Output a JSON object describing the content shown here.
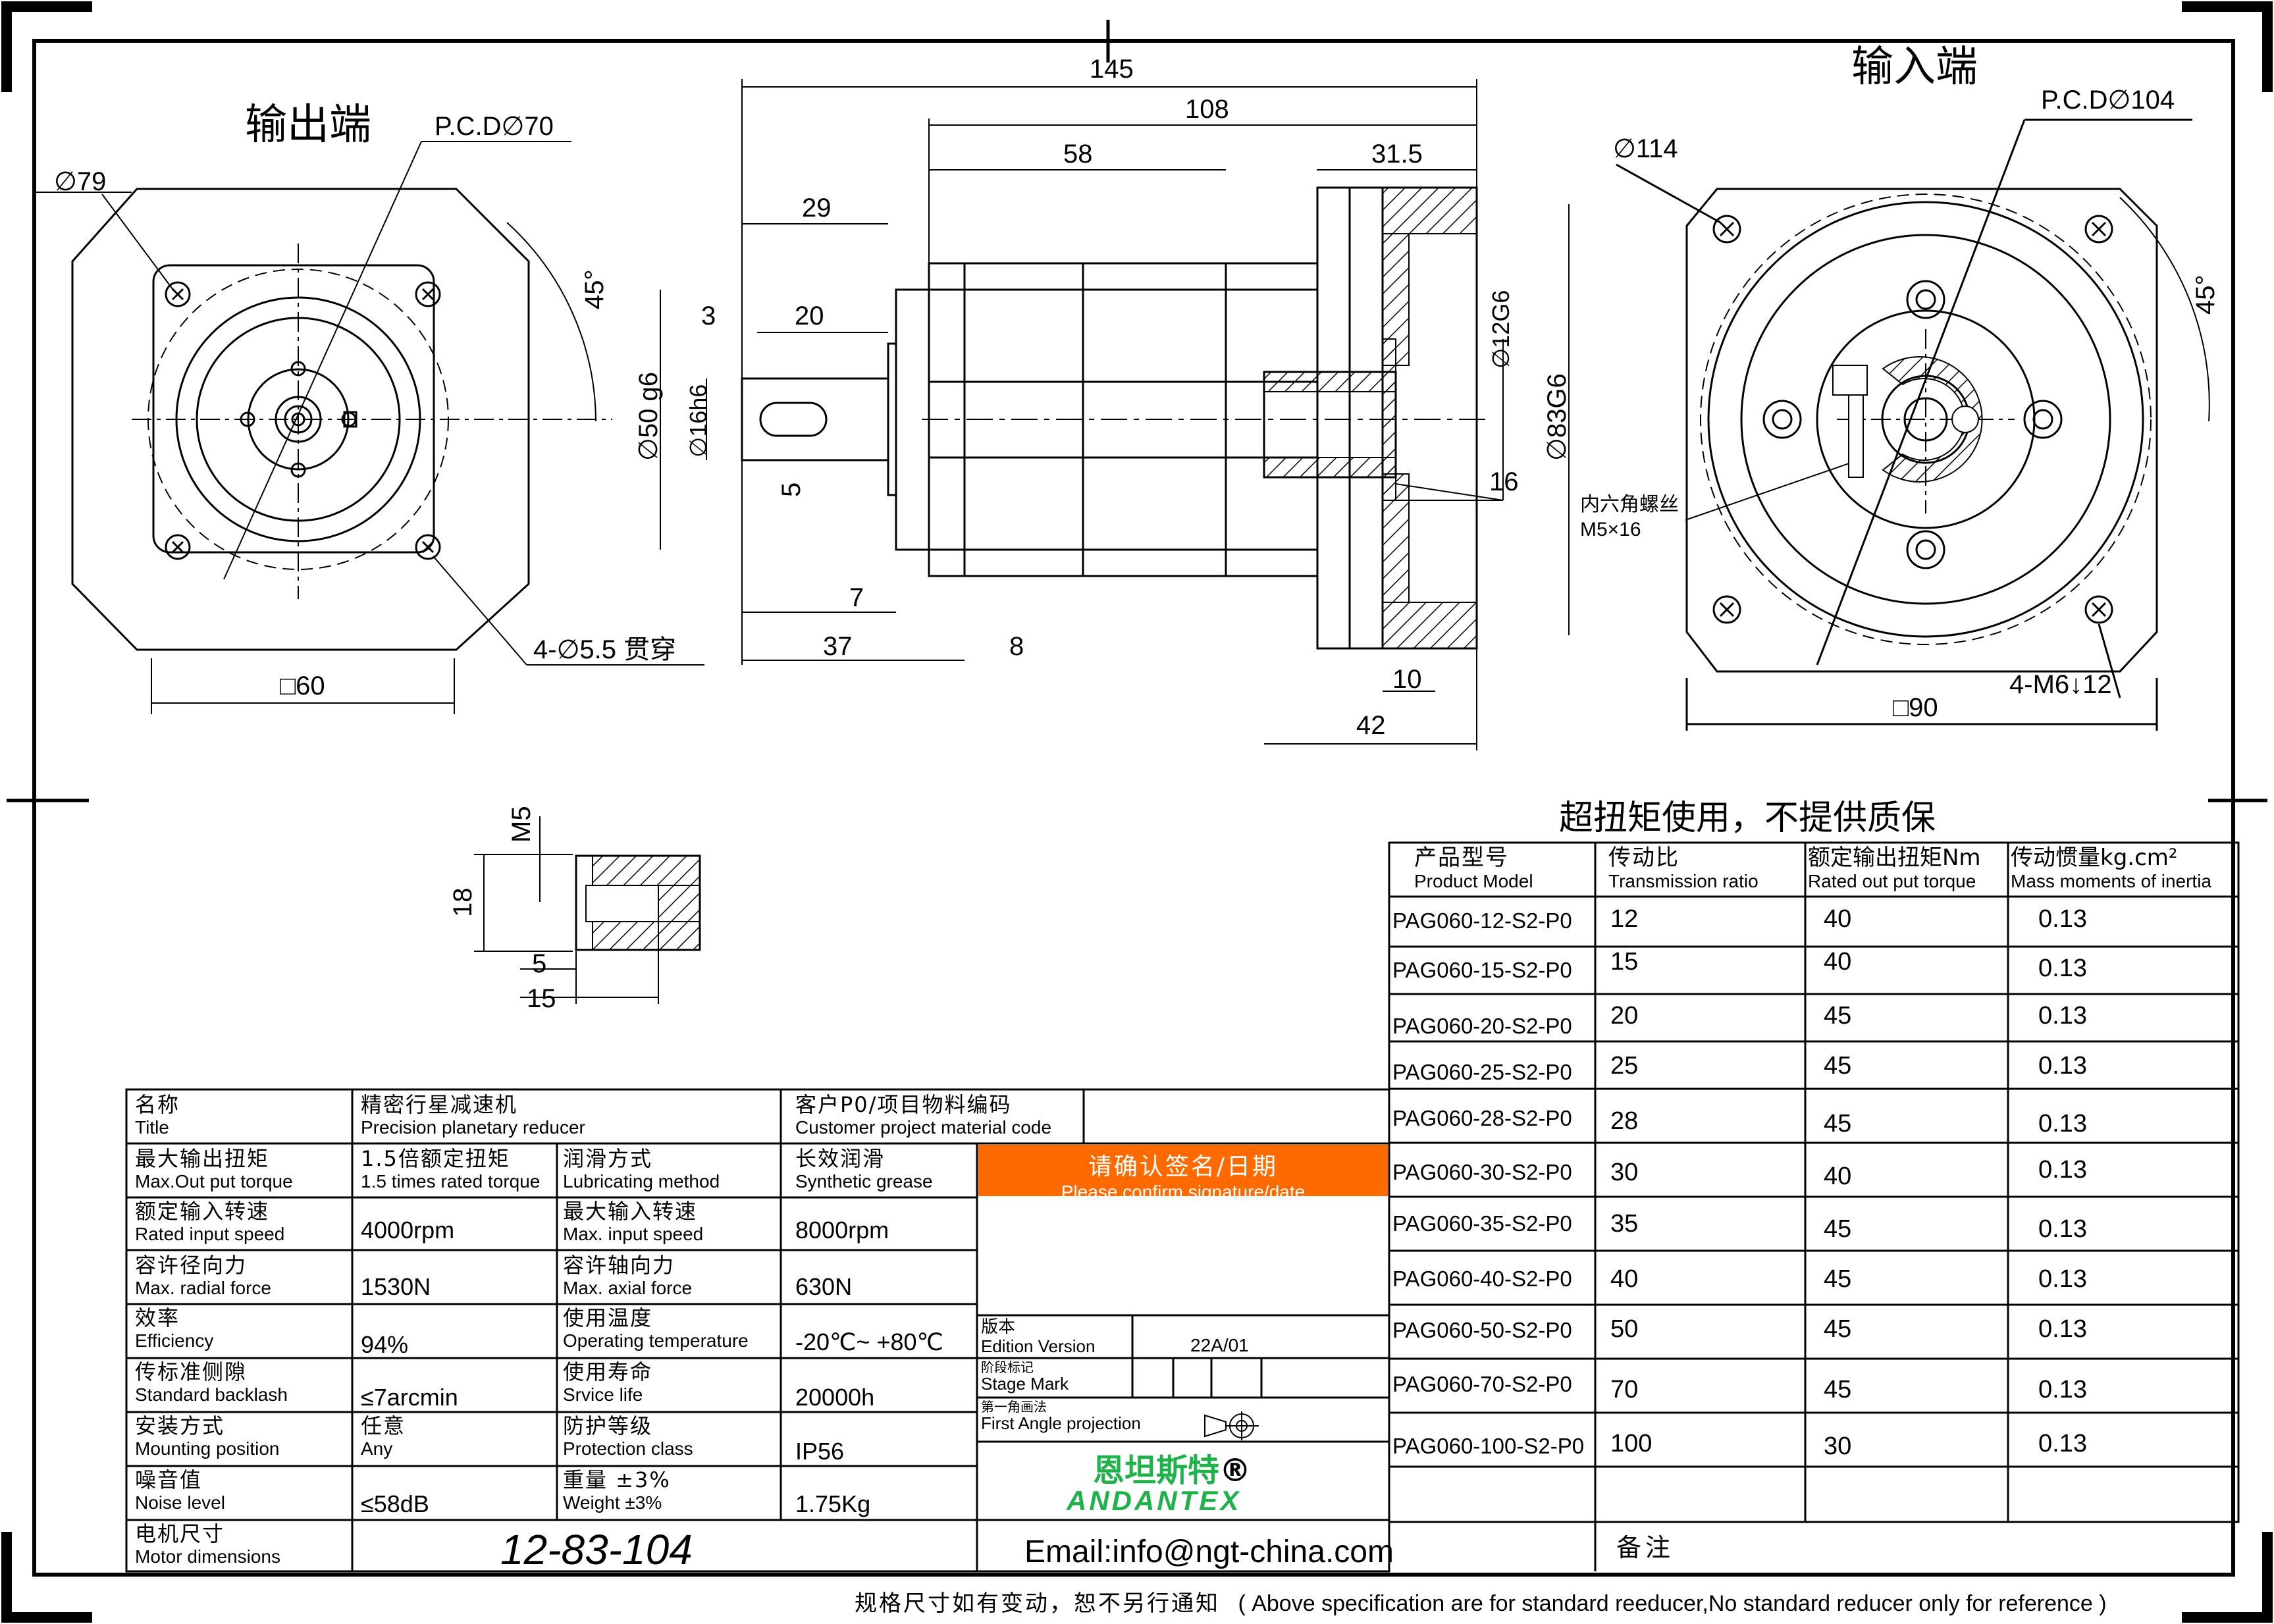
{
  "views": {
    "output_end": {
      "title": "输出端",
      "pcd": "P.C.D∅70",
      "outer_dia": "∅79",
      "angle": "45°",
      "holes": "4-∅5.5  贯穿",
      "square": "□60"
    },
    "side": {
      "d145": "145",
      "d108": "108",
      "d58": "58",
      "d31_5": "31.5",
      "d29": "29",
      "d3": "3",
      "d20": "20",
      "d5": "5",
      "d7": "7",
      "d37": "37",
      "d8": "8",
      "d10": "10",
      "d42": "42",
      "d16": "16",
      "phi50": "∅50 g6",
      "phi16": "∅16h6",
      "phi12": "∅12G6",
      "phi83": "∅83G6",
      "screw_cn": "内六角螺丝",
      "screw": "M5×16"
    },
    "input_end": {
      "title": "输入端",
      "pcd": "P.C.D∅104",
      "outer_dia": "∅114",
      "angle": "45°",
      "holes": "4-M6↓12",
      "square": "□90"
    },
    "detail": {
      "m5": "M5",
      "d18": "18",
      "d5": "5",
      "d15": "15"
    }
  },
  "warning": "超扭矩使用，不提供质保",
  "models_table": {
    "headers": [
      {
        "cn": "产品型号",
        "en": "Product Model"
      },
      {
        "cn": "传动比",
        "en": "Transmission ratio"
      },
      {
        "cn": "额定输出扭矩Nm",
        "en": "Rated out put torque"
      },
      {
        "cn": "传动惯量kg.cm²",
        "en": "Mass moments of inertia"
      }
    ],
    "rows": [
      {
        "model": "PAG060-12-S2-P0",
        "ratio": "12",
        "torque": "40",
        "inertia": "0.13"
      },
      {
        "model": "PAG060-15-S2-P0",
        "ratio": "15",
        "torque": "40",
        "inertia": "0.13"
      },
      {
        "model": "PAG060-20-S2-P0",
        "ratio": "20",
        "torque": "45",
        "inertia": "0.13"
      },
      {
        "model": "PAG060-25-S2-P0",
        "ratio": "25",
        "torque": "45",
        "inertia": "0.13"
      },
      {
        "model": "PAG060-28-S2-P0",
        "ratio": "28",
        "torque": "45",
        "inertia": "0.13"
      },
      {
        "model": "PAG060-30-S2-P0",
        "ratio": "30",
        "torque": "40",
        "inertia": "0.13"
      },
      {
        "model": "PAG060-35-S2-P0",
        "ratio": "35",
        "torque": "45",
        "inertia": "0.13"
      },
      {
        "model": "PAG060-40-S2-P0",
        "ratio": "40",
        "torque": "45",
        "inertia": "0.13"
      },
      {
        "model": "PAG060-50-S2-P0",
        "ratio": "50",
        "torque": "45",
        "inertia": "0.13"
      },
      {
        "model": "PAG060-70-S2-P0",
        "ratio": "70",
        "torque": "45",
        "inertia": "0.13"
      },
      {
        "model": "PAG060-100-S2-P0",
        "ratio": "100",
        "torque": "30",
        "inertia": "0.13"
      }
    ]
  },
  "spec": {
    "name": {
      "cn": "名称",
      "en": "Title",
      "value_cn": "精密行星减速机",
      "value_en": "Precision planetary reducer"
    },
    "customer": {
      "cn": "客户P0/项目物料编码",
      "en": "Customer project material code"
    },
    "max_torque": {
      "cn": "最大输出扭矩",
      "en": "Max.Out put torque",
      "value_cn": "1.5倍额定扭矩",
      "value_en": "1.5 times rated torque"
    },
    "lubrication": {
      "cn": "润滑方式",
      "en": "Lubricating method",
      "value_cn": "长效润滑",
      "value_en": "Synthetic grease"
    },
    "rated_speed": {
      "cn": "额定输入转速",
      "en": "Rated input speed",
      "value": "4000rpm"
    },
    "max_speed": {
      "cn": "最大输入转速",
      "en": "Max. input speed",
      "value": "8000rpm"
    },
    "radial": {
      "cn": "容许径向力",
      "en": "Max. radial force",
      "value": "1530N"
    },
    "axial": {
      "cn": "容许轴向力",
      "en": "Max. axial force",
      "value": "630N"
    },
    "efficiency": {
      "cn": "效率",
      "en": "Efficiency",
      "value": "94%"
    },
    "temperature": {
      "cn": "使用温度",
      "en": "Operating temperature",
      "value": "-20℃~ +80℃"
    },
    "backlash": {
      "cn": "传标准侧隙",
      "en": "Standard backlash",
      "value": "≤7arcmin"
    },
    "life": {
      "cn": "使用寿命",
      "en": "Srvice life",
      "value": "20000h"
    },
    "mounting": {
      "cn": "安装方式",
      "en": "Mounting position",
      "value_cn": "任意",
      "value_en": "Any"
    },
    "protection": {
      "cn": "防护等级",
      "en": "Protection class",
      "value": "IP56"
    },
    "noise": {
      "cn": "噪音值",
      "en": "Noise level",
      "value": "≤58dB"
    },
    "weight": {
      "cn": "重量 ±3%",
      "en": "Weight ±3%",
      "value": "1.75Kg"
    },
    "motor": {
      "cn": "电机尺寸",
      "en": "Motor dimensions",
      "value": "12-83-104"
    }
  },
  "signature": {
    "cn": "请确认签名/日期",
    "en": "Please confirm signature/date"
  },
  "edition": {
    "cn": "版本",
    "en": "Edition Version",
    "value": "22A/01"
  },
  "stage": {
    "cn": "阶段标记",
    "en": "Stage Mark"
  },
  "projection": {
    "cn": "第一角画法",
    "en": "First Angle projection"
  },
  "brand": {
    "cn": "恩坦斯特",
    "mark": "®",
    "en": "ANDANTEX",
    "color": "#1fb24a"
  },
  "email": "Email:info@ngt-china.com",
  "remarks": "备注",
  "footer": {
    "cn": "规格尺寸如有变动，恕不另行通知",
    "en": "( Above specification are for standard reeducer,No standard reducer only for reference )"
  },
  "colors": {
    "signature_bg": "#ff6a00",
    "hatch": "#000000"
  }
}
